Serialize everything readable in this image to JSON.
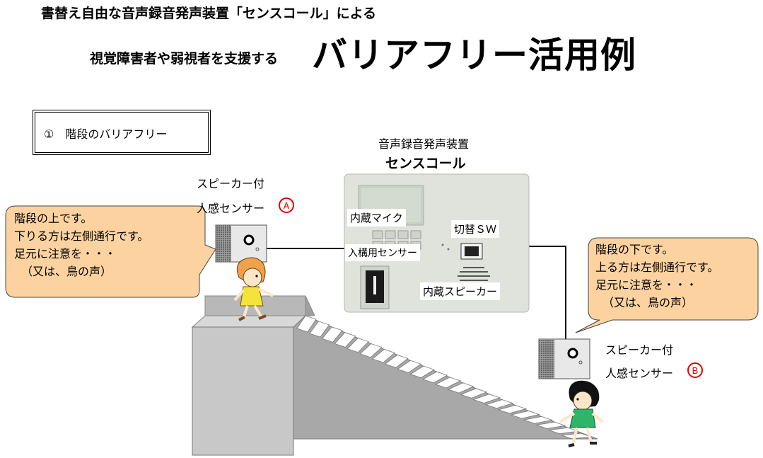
{
  "title": {
    "line1": "書替え自由な音声録音発声装置「センスコール」による",
    "line2_small": "視覚障害者や弱視者を支援する",
    "line2_large": "バリアフリー活用例"
  },
  "section": {
    "label": "①　階段のバリアフリー"
  },
  "device": {
    "caption": "音声録音発声装置",
    "name": "センスコール",
    "callouts": {
      "mic": "内蔵マイク",
      "switch": "切替ＳＷ",
      "sensor": "入構用センサー",
      "speaker": "内蔵スピーカー"
    }
  },
  "sensor_a": {
    "line1": "スピーカー付",
    "line2": "人感センサー",
    "badge": "A"
  },
  "sensor_b": {
    "line1": "スピーカー付",
    "line2": "人感センサー",
    "badge": "B"
  },
  "bubble_top": {
    "lines": [
      "階段の上です。",
      "下りる方は左側通行です。",
      "足元に注意を・・・",
      "（又は、鳥の声）"
    ]
  },
  "bubble_bottom": {
    "lines": [
      "階段の下です。",
      "上る方は左側通行です。",
      "足元に注意を・・・",
      "（又は、鳥の声）"
    ]
  },
  "colors": {
    "bubble_fill": "#fcd3a0",
    "device_body": "#dfe3dc",
    "stairs": "#c8c8c8",
    "badge": "#e00000"
  },
  "icons": [
    "person-girl-top",
    "person-girl-bottom",
    "sensor-device-a",
    "sensor-device-b"
  ]
}
